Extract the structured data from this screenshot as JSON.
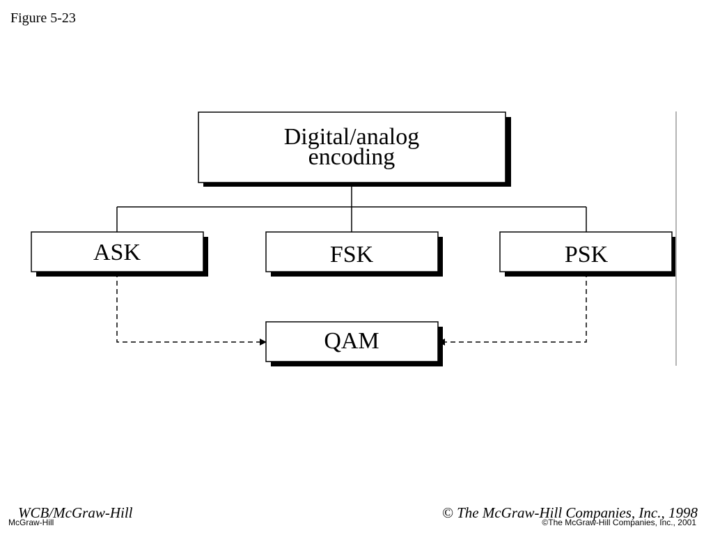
{
  "figure_label": "Figure 5-23",
  "diagram": {
    "root": {
      "line1": "Digital/analog",
      "line2": "encoding"
    },
    "children": [
      "ASK",
      "FSK",
      "PSK"
    ],
    "combined": "QAM"
  },
  "footer": {
    "left": "WCB/McGraw-Hill",
    "right": "The McGraw-Hill Companies, Inc., 1998",
    "right_symbol": "©",
    "left_small": "McGraw-Hill",
    "right_small": "©The McGraw-Hill Companies, Inc., 2001"
  }
}
